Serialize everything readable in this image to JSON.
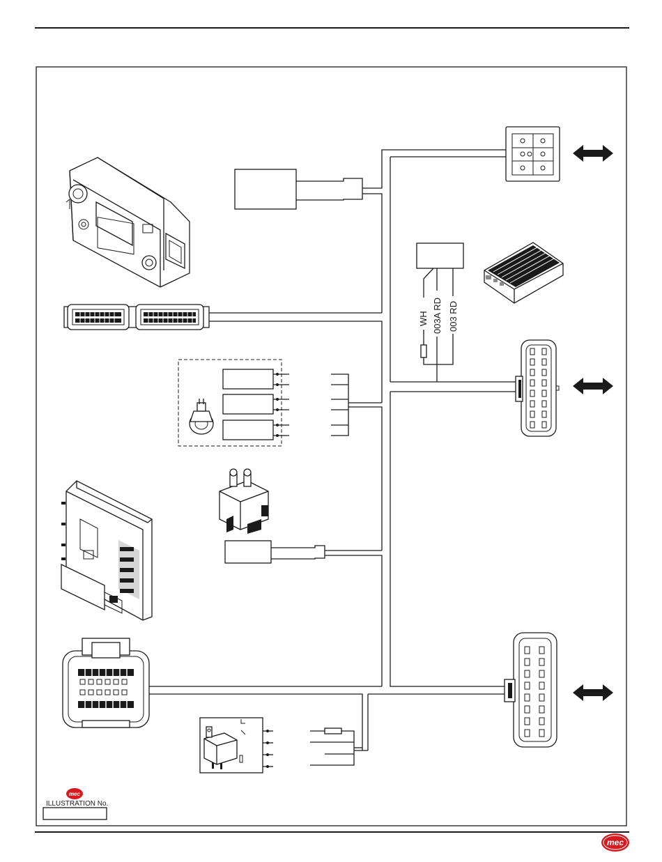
{
  "wire_labels": {
    "wh": "WH",
    "w003a": "003A RD",
    "w003": "003 RD"
  },
  "illustration": {
    "label": "ILLUSTRATION No.",
    "number": ""
  },
  "logo": {
    "text": "mec",
    "color": "#d71920"
  }
}
